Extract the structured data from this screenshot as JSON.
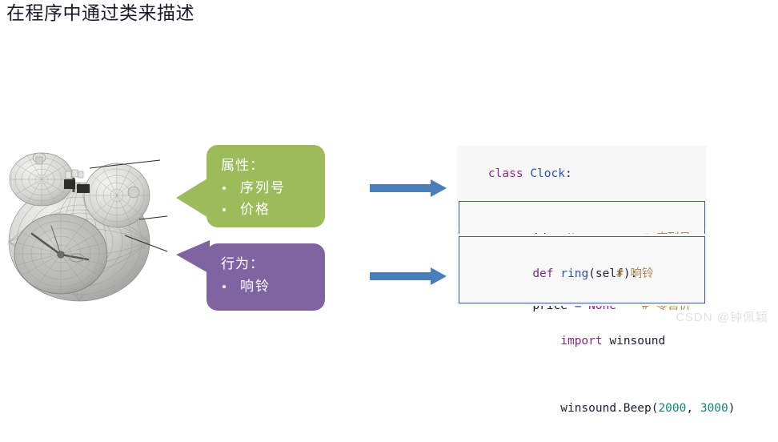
{
  "title": "在程序中通过类来描述",
  "illustration": {
    "name": "alarm-clock-wireframe-render",
    "alt": "3D 线框闹钟渲染图"
  },
  "callouts": [
    {
      "id": "attributes",
      "heading": "属性：",
      "items": [
        "序列号",
        "价格"
      ],
      "color": "#9cbb5a"
    },
    {
      "id": "behaviors",
      "heading": "行为：",
      "items": [
        "响铃"
      ],
      "color": "#8064a2"
    }
  ],
  "arrows": {
    "color": "#4a7ebb",
    "attributes_label": "属性映射箭头",
    "behaviors_label": "行为映射箭头"
  },
  "code": {
    "attributes_panel": {
      "header": {
        "keyword": "class",
        "space": " ",
        "classname": "Clock",
        "colon": ":"
      },
      "lines": [
        {
          "indent": "    ",
          "name": "id",
          "op": " = ",
          "value": "None",
          "comment": "# 序列号"
        },
        {
          "indent": "    ",
          "name": "price",
          "op": " = ",
          "value": "None",
          "comment": "# 零售价"
        }
      ]
    },
    "behaviors_panel": {
      "def_line": {
        "indent": "    ",
        "keyword": "def",
        "space": " ",
        "fnname": "ring",
        "args": "(self):",
        "comment": "# 响铃"
      },
      "body_lines": [
        {
          "indent": "        ",
          "keyword": "import",
          "space": " ",
          "rest": "winsound"
        },
        {
          "indent": "        ",
          "keyword": "",
          "space": "",
          "rest": "winsound.Beep(2000, 3000)"
        }
      ]
    }
  },
  "watermark": "CSDN @钟佩颖",
  "colors": {
    "accent_green": "#9cbb5a",
    "accent_purple": "#8064a2",
    "accent_blue": "#4a7ebb",
    "code_border": "#3a5f8a",
    "code_bg": "#f7f7f8",
    "comment": "#b08a4e"
  }
}
